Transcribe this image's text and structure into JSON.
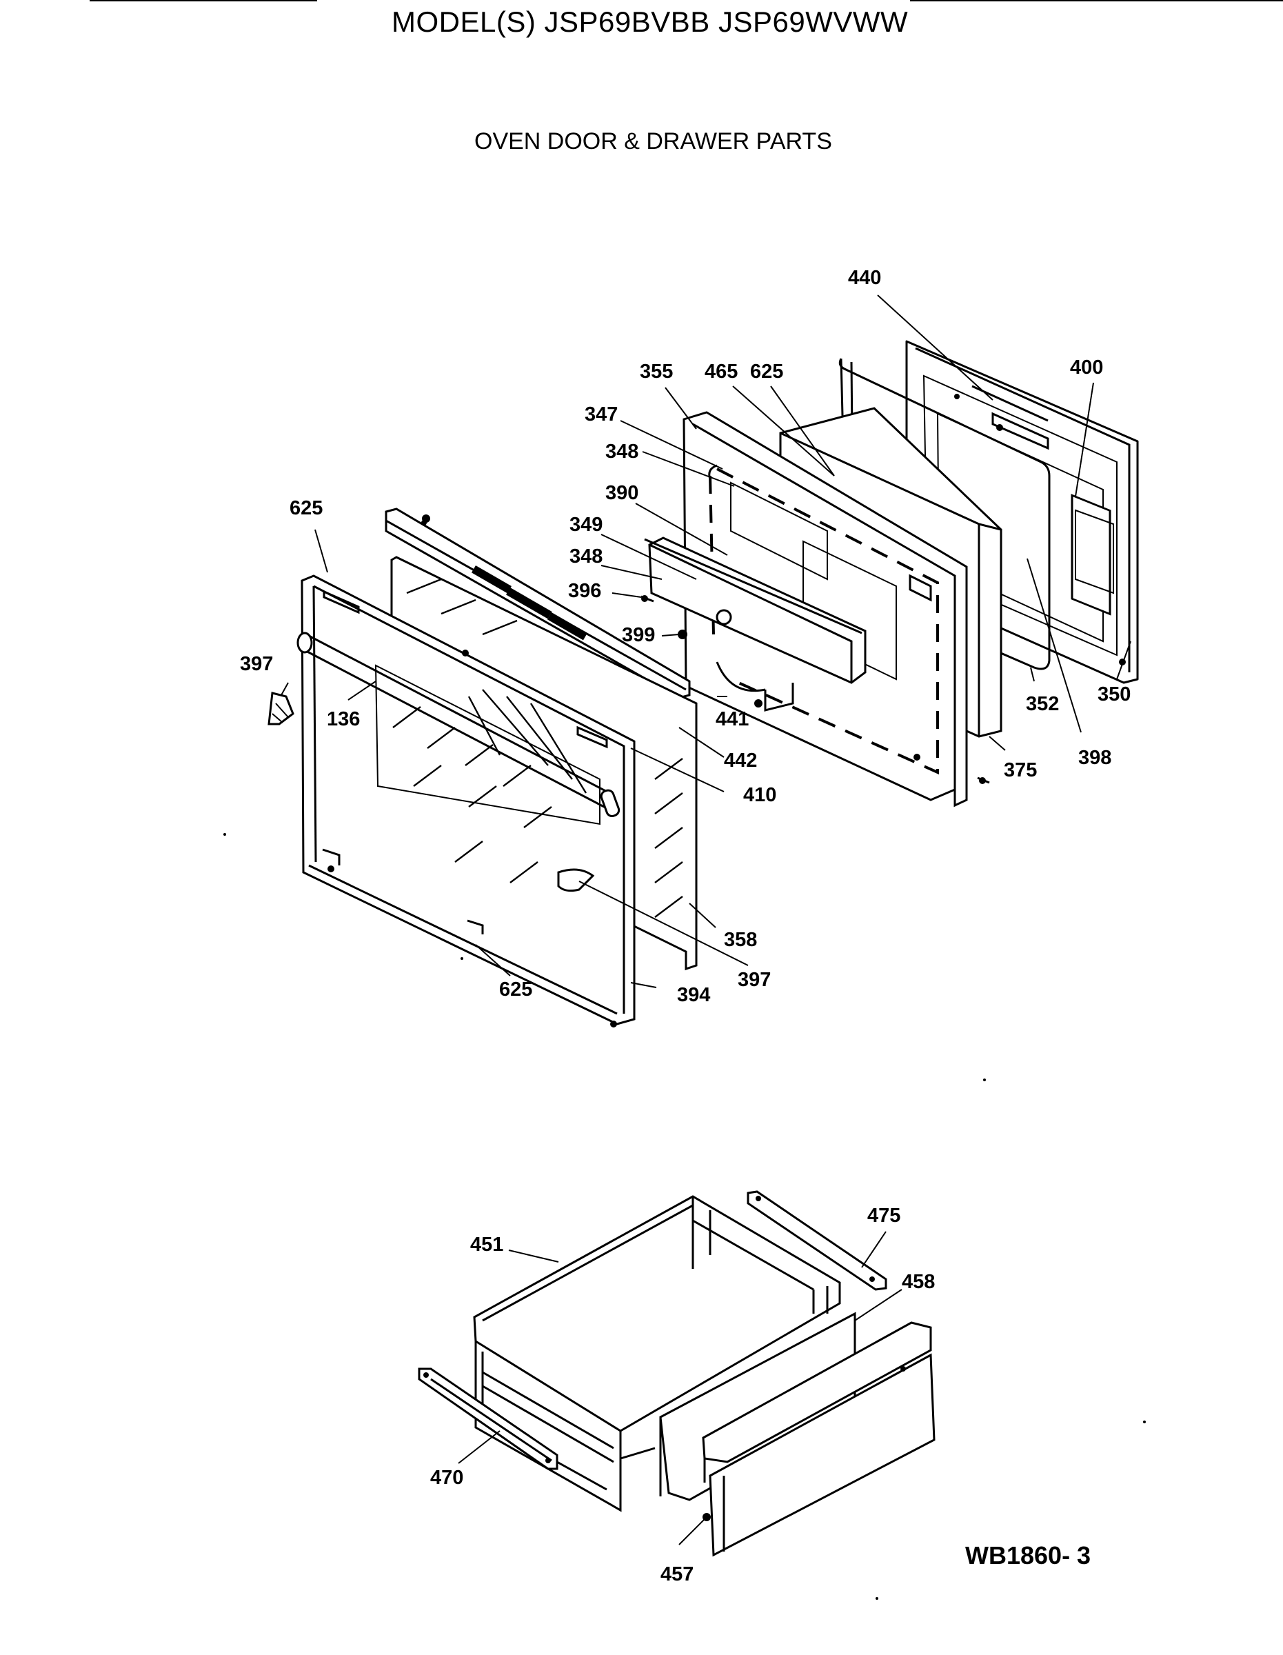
{
  "header": {
    "model_title": "MODEL(S) JSP69BVBB  JSP69WVWW",
    "section_title": "OVEN DOOR & DRAWER PARTS"
  },
  "reference_code": "WB1860- 3",
  "part_labels": {
    "p440": "440",
    "p400": "400",
    "p355": "355",
    "p465": "465",
    "p625a": "625",
    "p347": "347",
    "p348a": "348",
    "p390": "390",
    "p349": "349",
    "p348b": "348",
    "p396": "396",
    "p399": "399",
    "p625b": "625",
    "p397a": "397",
    "p136": "136",
    "p441": "441",
    "p442": "442",
    "p410": "410",
    "p352": "352",
    "p350": "350",
    "p375": "375",
    "p398": "398",
    "p358": "358",
    "p397b": "397",
    "p394": "394",
    "p625c": "625",
    "p475": "475",
    "p451": "451",
    "p458": "458",
    "p470": "470",
    "p457": "457"
  }
}
